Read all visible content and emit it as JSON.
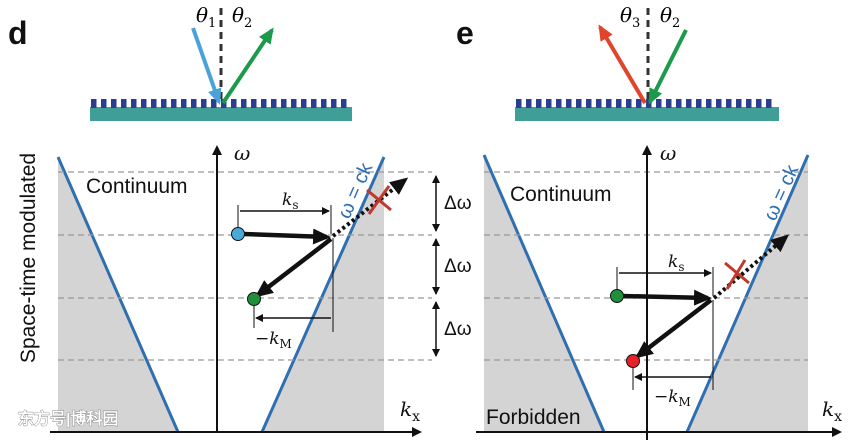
{
  "panels": [
    {
      "label": "d",
      "incident_angle": "θ",
      "incident_angle_sub": "1",
      "reflected_angle": "θ",
      "reflected_angle_sub": "2",
      "omega_axis": "ω",
      "kx_axis": "k",
      "kx_axis_sub": "x",
      "light_line": "ω = ck",
      "continuum_label": "Continuum",
      "ks_label": "k",
      "ks_sub": "s",
      "km_label": "−k",
      "km_sub": "M",
      "delta_omega": [
        "Δω",
        "Δω",
        "Δω"
      ]
    },
    {
      "label": "e",
      "incident_angle": "θ",
      "incident_angle_sub": "3",
      "reflected_angle": "θ",
      "reflected_angle_sub": "2",
      "omega_axis": "ω",
      "kx_axis": "k",
      "kx_axis_sub": "x",
      "light_line": "ω = ck",
      "continuum_label": "Continuum",
      "forbidden_label": "Forbidden",
      "ks_label": "k",
      "ks_sub": "s",
      "km_label": "−k",
      "km_sub": "M"
    }
  ],
  "side_label": "Space-time modulated",
  "watermark": "东方号|博科园",
  "colors": {
    "light_line": "#2f6fb0",
    "forbidden_fill": "#d4d4d4",
    "grating_top": "#2a3d8f",
    "grating_base": "#3f9e95",
    "incident_light_blue": "#4aa3d8",
    "green_beam": "#1a9a4a",
    "red_beam": "#e0452c",
    "cross": "#c0392b",
    "dot_blue": "#49a9d9",
    "dot_green": "#1f8f3a",
    "dot_red": "#e8202a"
  }
}
